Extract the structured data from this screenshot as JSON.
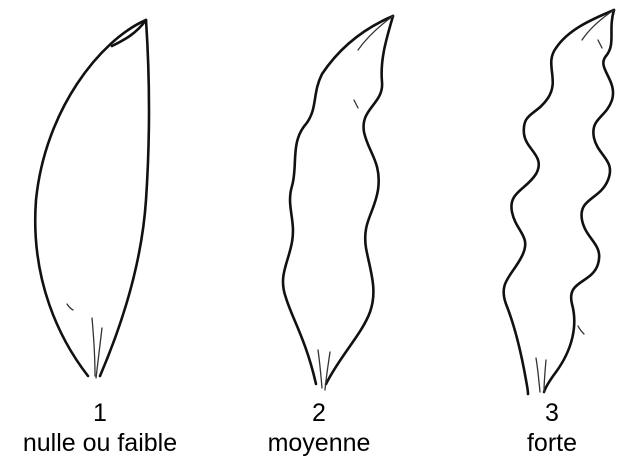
{
  "items": [
    {
      "number": "1",
      "label": "nulle ou faible"
    },
    {
      "number": "2",
      "label": "moyenne"
    },
    {
      "number": "3",
      "label": "forte"
    }
  ],
  "colors": {
    "background": "#ffffff",
    "stroke": "#111111",
    "text": "#000000"
  }
}
